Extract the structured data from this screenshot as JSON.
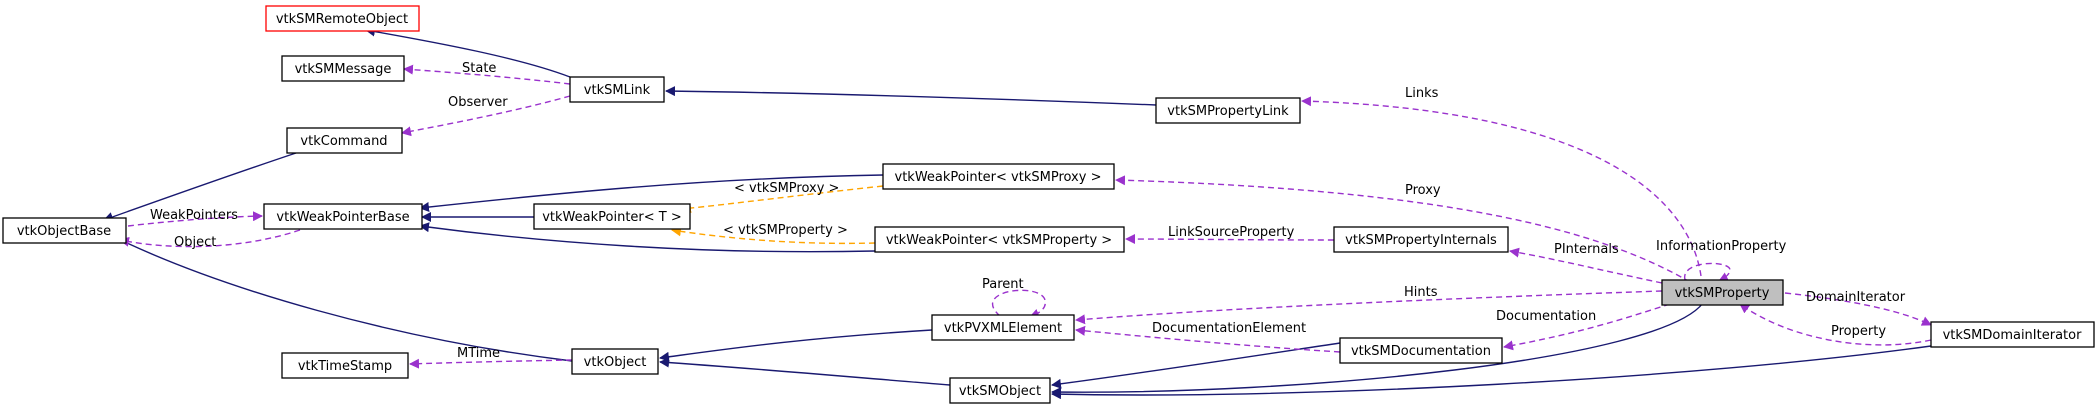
{
  "colors": {
    "inherit": "#191970",
    "member": "#9a32cd",
    "template": "#ffa500",
    "focus_fill": "#bfbfbf",
    "remote_border": "#ff0000"
  },
  "nodes": {
    "remote_object": "vtkSMRemoteObject",
    "message": "vtkSMMessage",
    "link": "vtkSMLink",
    "command": "vtkCommand",
    "object_base": "vtkObjectBase",
    "weak_pointer_base": "vtkWeakPointerBase",
    "weak_pointer_t": "vtkWeakPointer< T >",
    "weak_pointer_proxy": "vtkWeakPointer< vtkSMProxy >",
    "weak_pointer_property": "vtkWeakPointer< vtkSMProperty >",
    "property_link": "vtkSMPropertyLink",
    "property_internals": "vtkSMPropertyInternals",
    "property": "vtkSMProperty",
    "pvxml_element": "vtkPVXMLElement",
    "documentation": "vtkSMDocumentation",
    "domain_iterator": "vtkSMDomainIterator",
    "time_stamp": "vtkTimeStamp",
    "object": "vtkObject",
    "sm_object": "vtkSMObject"
  },
  "edge_labels": {
    "state": "State",
    "observer": "Observer",
    "weak_pointers": "WeakPointers",
    "object": "Object",
    "proxy_template": "< vtkSMProxy >",
    "property_template": "< vtkSMProperty >",
    "links": "Links",
    "proxy": "Proxy",
    "link_source_property": "LinkSourceProperty",
    "pinternals": "PInternals",
    "information_property": "InformationProperty",
    "hints": "Hints",
    "parent": "Parent",
    "documentation_element": "DocumentationElement",
    "documentation": "Documentation",
    "domain_iterator": "DomainIterator",
    "property": "Property",
    "mtime": "MTime"
  }
}
